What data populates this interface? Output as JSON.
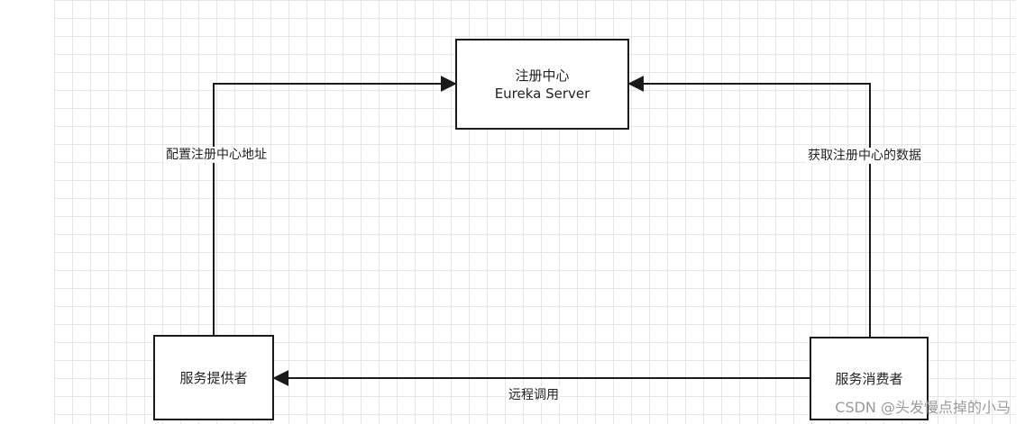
{
  "nodes": {
    "registry": {
      "line1": "注册中心",
      "line2": "Eureka Server"
    },
    "provider": {
      "label": "服务提供者"
    },
    "consumer": {
      "label": "服务消费者"
    }
  },
  "edges": {
    "provider_to_registry": "配置注册中心地址",
    "consumer_to_registry": "获取注册中心的数据",
    "consumer_to_provider": "远程调用"
  },
  "watermark": "CSDN @头发慢点掉的小马",
  "colors": {
    "stroke": "#1a1a1a",
    "grid": "#e6e6e6",
    "watermark": "#9a9a9a"
  }
}
